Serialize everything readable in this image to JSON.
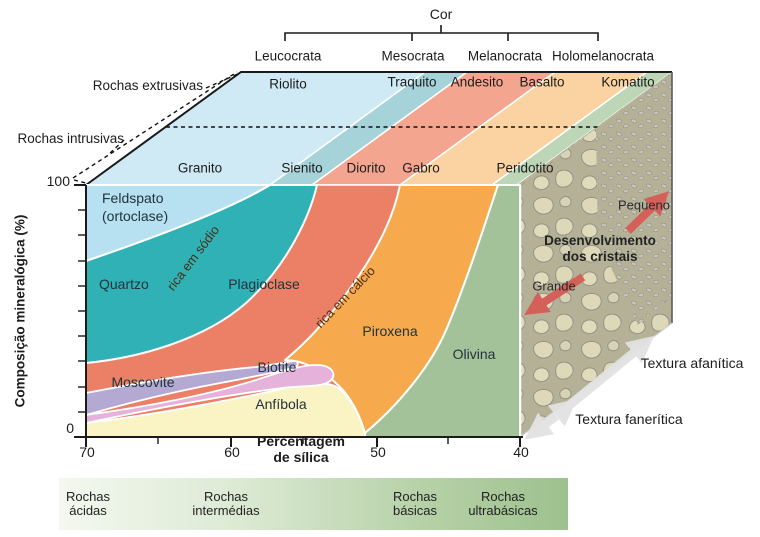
{
  "header": {
    "title": "Cor",
    "categories": [
      "Leucocrata",
      "Mesocrata",
      "Melanocrata",
      "Holomelanocrata"
    ]
  },
  "rock_rows": {
    "extrusive_label": "Rochas extrusivas",
    "intrusive_label": "Rochas intrusivas",
    "extrusive": [
      "Riolito",
      "Traquito",
      "Andesito",
      "Basalto",
      "Komatito"
    ],
    "intrusive": [
      "Granito",
      "Sienito",
      "Diorito",
      "Gabro",
      "Peridotito"
    ]
  },
  "y_axis": {
    "label": "Composição mineralógica (%)",
    "top_tick": "100",
    "bottom_tick": "0"
  },
  "x_axis": {
    "ticks": [
      "70",
      "60",
      "50",
      "40"
    ],
    "label_line1": "Percentagem",
    "label_line2": "de sílica"
  },
  "minerals": {
    "feldspato_line1": "Feldspato",
    "feldspato_line2": "(ortoclase)",
    "quartzo": "Quartzo",
    "plagioclase": "Plagioclase",
    "plagioclase_sodium": "rica em sódio",
    "plagioclase_calcium": "rica em cálcio",
    "piroxena": "Piroxena",
    "olivina": "Olivina",
    "moscovite": "Moscovite",
    "biotite": "Biotite",
    "anfibola": "Anfíbola"
  },
  "crystal_panel": {
    "title_line1": "Desenvolvimento",
    "title_line2": "dos cristais",
    "small_label": "Pequeno",
    "large_label": "Grande"
  },
  "textures": {
    "aphanitic": "Textura afanítica",
    "phaneritic": "Textura fanerítica"
  },
  "bottom_bar": {
    "items": [
      [
        "Rochas",
        "ácidas"
      ],
      [
        "Rochas",
        "intermédias"
      ],
      [
        "Rochas",
        "básicas"
      ],
      [
        "Rochas",
        "ultrabásicas"
      ]
    ]
  },
  "colors": {
    "feldspato": "#b7e1f1",
    "quartzo": "#2fb1b5",
    "plagioclase": "#ec8066",
    "piroxena": "#f7a94e",
    "olivina": "#a4c29a",
    "moscovite": "#b4a9d3",
    "biotite": "#e4b2da",
    "anfibola": "#faf3c4",
    "arrow_red": "#d5605a",
    "rock_texture": "#b5b197",
    "band_green": "#bdd6b6"
  }
}
